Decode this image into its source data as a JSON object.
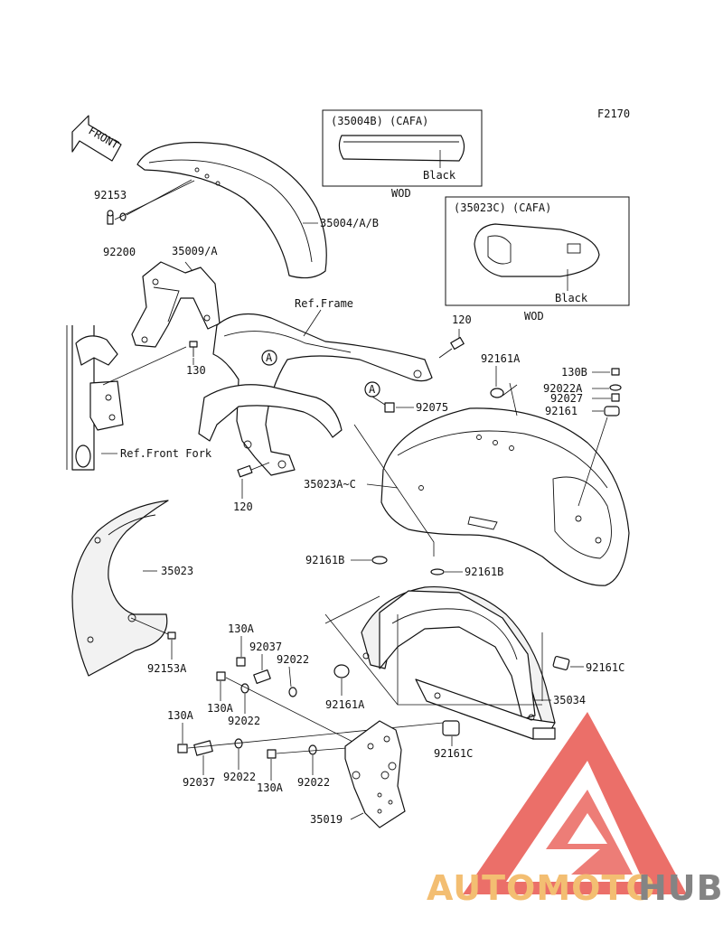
{
  "diagram_code": "F2170",
  "front_arrow_label": "FRONT",
  "callout_letter": "A",
  "inset_top": {
    "header": "(35004B) (CAFA)",
    "color_label": "Black",
    "caption": "WOD"
  },
  "inset_right": {
    "header": "(35023C) (CAFA)",
    "color_label": "Black",
    "caption": "WOD"
  },
  "parts": {
    "p92153": "92153",
    "p92200": "92200",
    "p35004": "35004/A/B",
    "p35009": "35009/A",
    "ref_frame": "Ref.Frame",
    "p120_top": "120",
    "p130": "130",
    "p92161A_top": "92161A",
    "p130B": "130B",
    "p92022A": "92022A",
    "p92027": "92027",
    "p92161": "92161",
    "p92075": "92075",
    "ref_front_fork": "Ref.Front Fork",
    "p35023A": "35023A~C",
    "p120_bottom": "120",
    "p35023": "35023",
    "p92161B_left": "92161B",
    "p92161B_right": "92161B",
    "p92153A": "92153A",
    "p130A_1": "130A",
    "p92037_1": "92037",
    "p92022_1": "92022",
    "p130A_2": "130A",
    "p92022_2": "92022",
    "p92161A_bottom": "92161A",
    "p92161C_right": "92161C",
    "p35034": "35034",
    "p130A_3": "130A",
    "p92037_2": "92037",
    "p92022_3": "92022",
    "p130A_4": "130A",
    "p92022_4": "92022",
    "p92161C_bottom": "92161C",
    "p35019": "35019"
  },
  "watermark": {
    "text_part1": "AUTOMOTO",
    "text_part2": "HUB",
    "color_part1": "#f2b35a",
    "color_part2": "#6f6f6f",
    "triangle_color": "#e8564f"
  }
}
